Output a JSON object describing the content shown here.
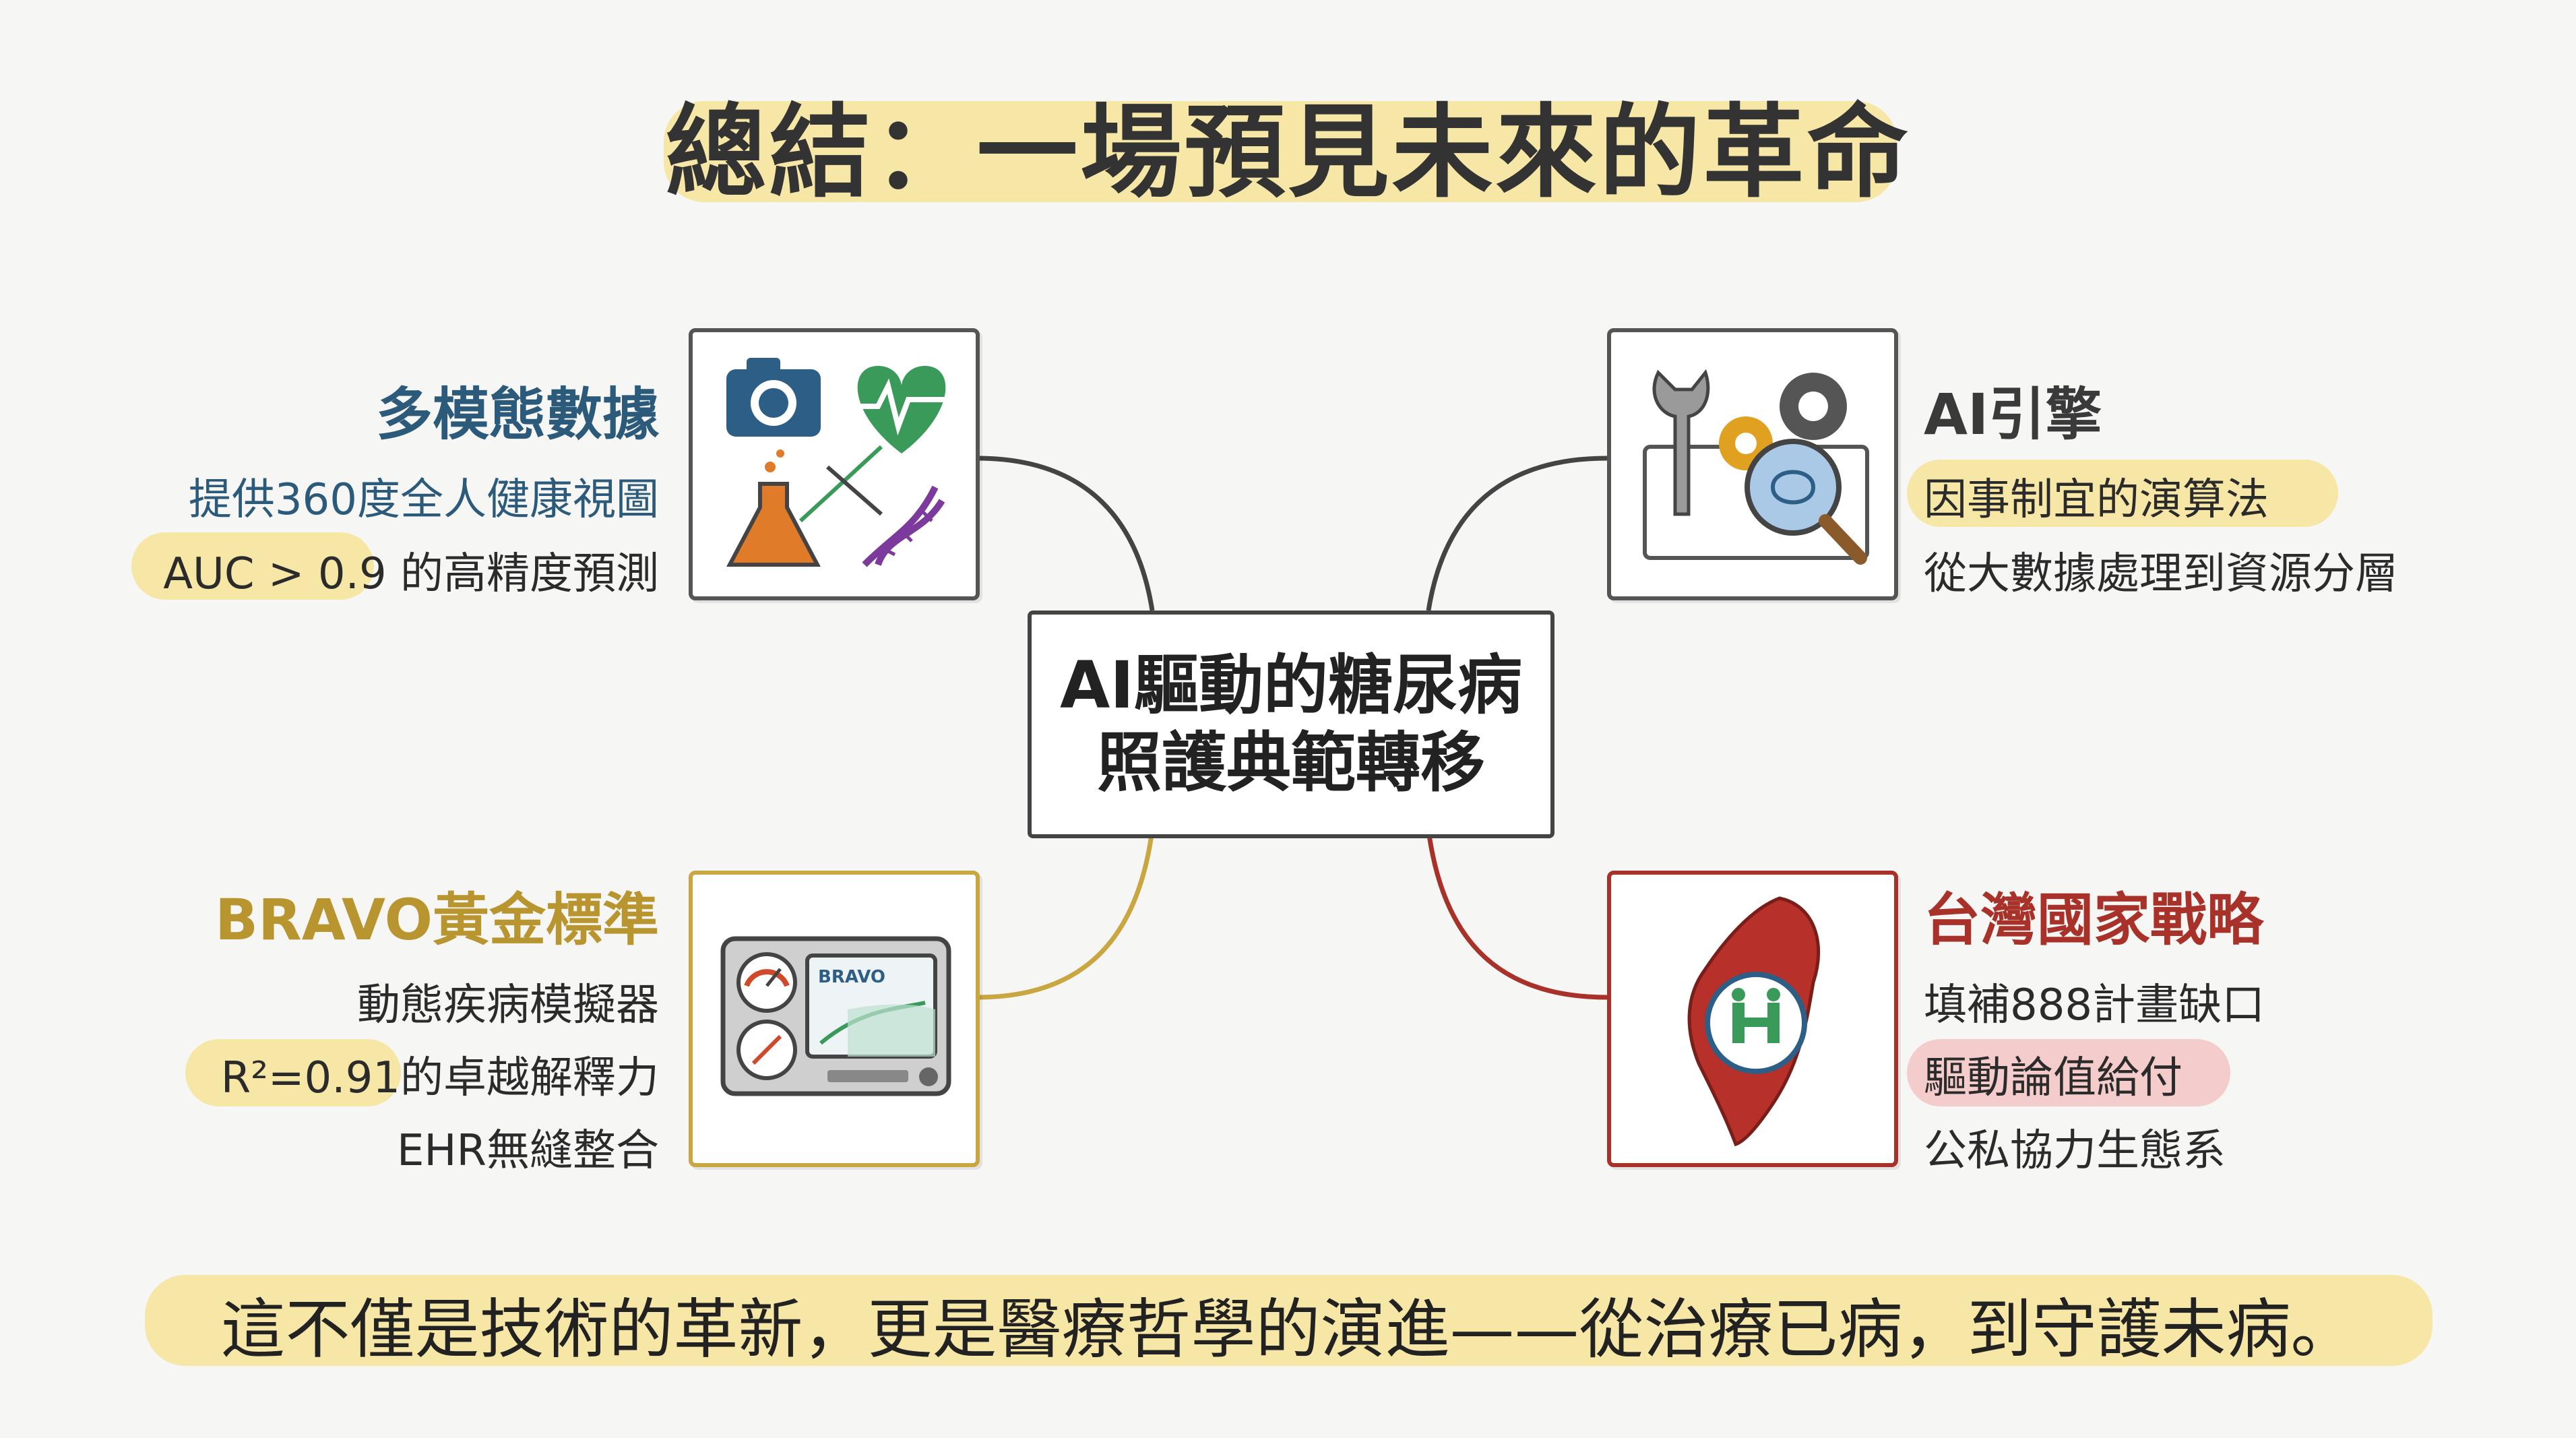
{
  "title": "總結：一場預見未來的革命",
  "center": {
    "line1": "AI驅動的糖尿病",
    "line2": "照護典範轉移"
  },
  "nodes": {
    "multimodal": {
      "title": "多模態數據",
      "line1": "提供360度全人健康視圖",
      "line2": "AUC > 0.9 的高精度預測",
      "color": "#2c5a7a"
    },
    "ai_engine": {
      "title": "AI引擎",
      "line1": "因事制宜的演算法",
      "line2": "從大數據處理到資源分層",
      "color": "#3a3a3a"
    },
    "bravo": {
      "title": "BRAVO黃金標準",
      "line1": "動態疾病模擬器",
      "line2": "R²=0.91的卓越解釋力",
      "line3": "EHR無縫整合",
      "color": "#b8952e",
      "device_label": "BRAVO"
    },
    "taiwan": {
      "title": "台灣國家戰略",
      "line1": "填補888計畫缺口",
      "line2": "驅動論值給付",
      "line3": "公私協力生態系",
      "color": "#a8322a"
    }
  },
  "footer": "這不僅是技術的革新，更是醫療哲學的演進——從治療已病，到守護未病。",
  "icons": [
    "camera-icon",
    "heart-pulse-icon",
    "flask-icon",
    "dna-icon",
    "wrench-icon",
    "gear-icon",
    "brain-magnifier-icon",
    "gauge-icon",
    "compass-icon",
    "monitor-icon",
    "taiwan-map-icon",
    "health-logo-icon"
  ]
}
